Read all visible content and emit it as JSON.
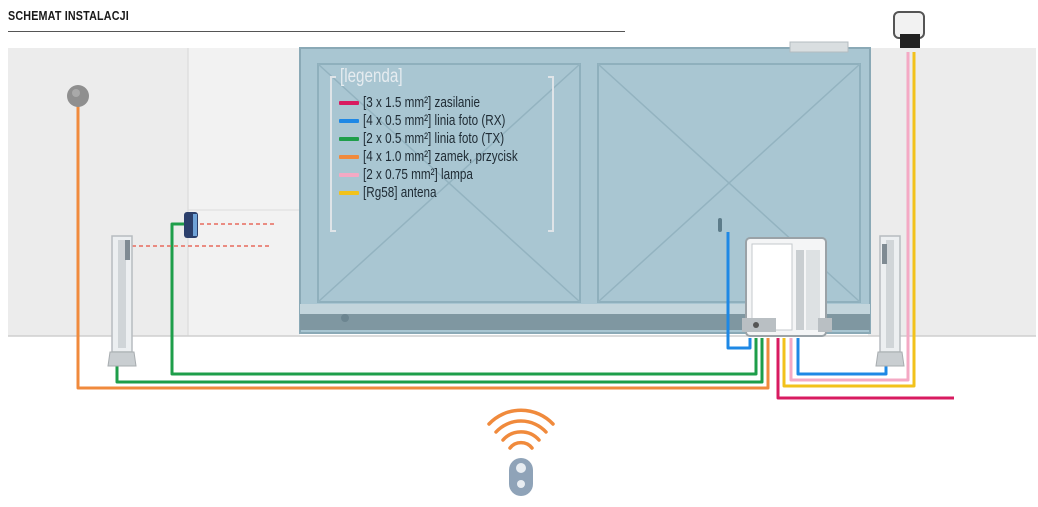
{
  "header": {
    "title": "SCHEMAT INSTALACJI"
  },
  "legend": {
    "title": "[legenda]",
    "items": [
      {
        "label": "[3 x 1.5 mm²] zasilanie",
        "color": "#d81b60"
      },
      {
        "label": "[4 x 0.5 mm²] linia foto (RX)",
        "color": "#1e88e5"
      },
      {
        "label": "[2 x 0.5 mm²] linia foto (TX)",
        "color": "#1e9e4a"
      },
      {
        "label": "[4 x 1.0 mm²] zamek, przycisk",
        "color": "#f08a3c"
      },
      {
        "label": "[2 x 0.75 mm²] lampa",
        "color": "#f4a9c4"
      },
      {
        "label": "[Rg58] antena",
        "color": "#f2c21b"
      }
    ]
  },
  "colors": {
    "gate": "#a9c6d2",
    "gate_border": "#8aa9b6",
    "wall": "#ececec",
    "remote_signal": "#f08a3c"
  },
  "icons": [
    "key-switch-icon",
    "photocell-icon",
    "motor-icon",
    "flashing-lamp-icon",
    "remote-control-icon",
    "wireless-signal-icon"
  ]
}
